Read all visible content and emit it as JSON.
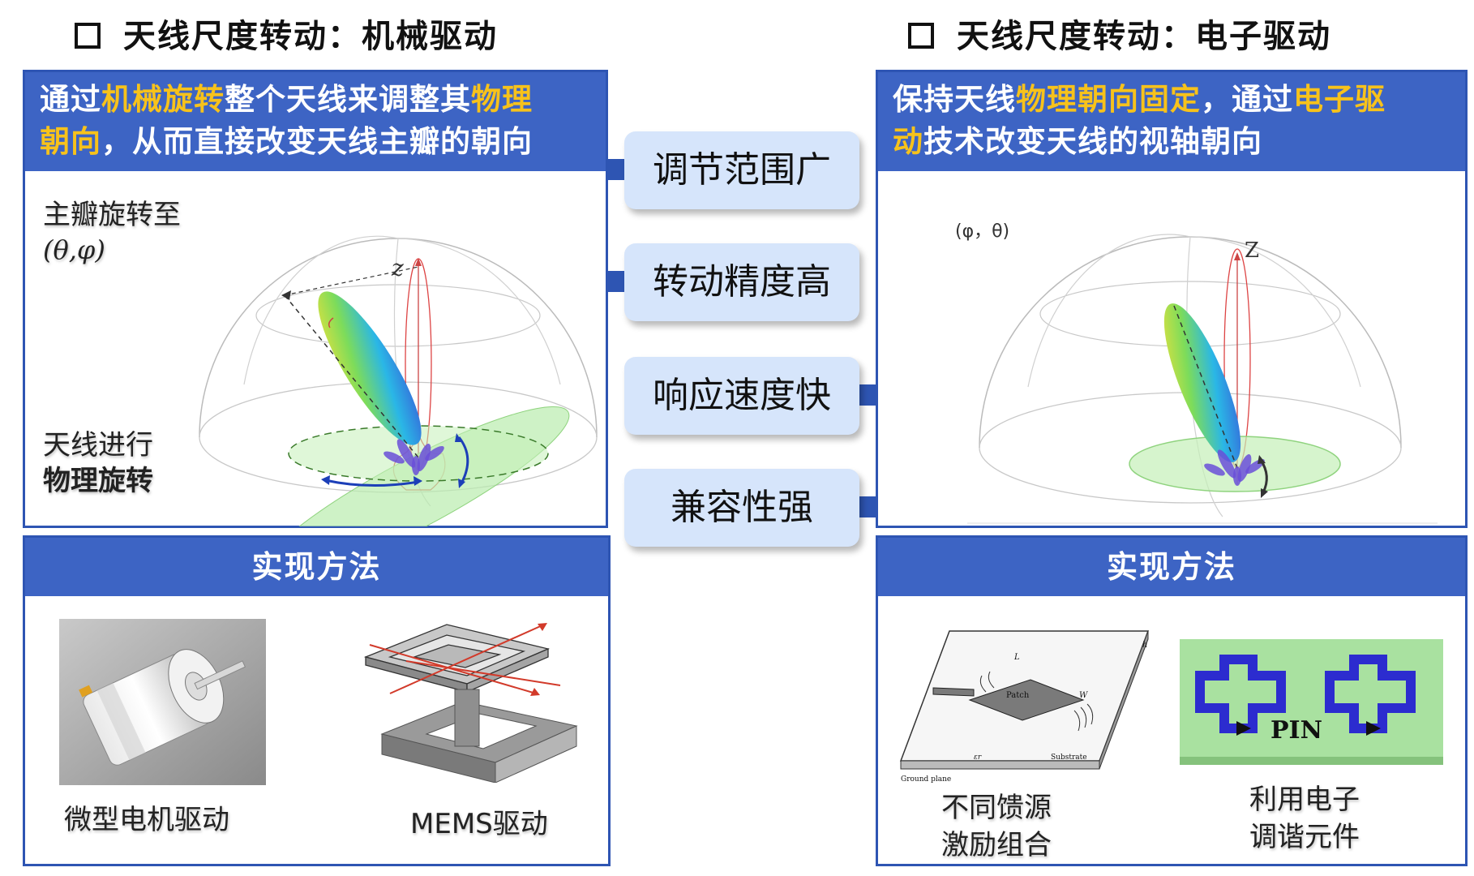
{
  "left": {
    "heading": "天线尺度转动：机械驱动",
    "desc_line1": [
      "通过",
      "机械旋转",
      "整个天线来调整其",
      "物理"
    ],
    "desc_line2": [
      "朝向",
      "，从而直接改变天线主瓣的朝向"
    ],
    "label_lobe_line1": "主瓣旋转至",
    "label_lobe_line2": "(θ,φ)",
    "label_antenna_line1": "天线进行",
    "label_antenna_line2": "物理旋转",
    "axis_z": "z",
    "method_title": "实现方法",
    "method1": "微型电机驱动",
    "method2": "MEMS驱动"
  },
  "right": {
    "heading": "天线尺度转动：电子驱动",
    "desc_line1": [
      "保持天线",
      "物理朝向固定",
      "，通过",
      "电子驱"
    ],
    "desc_line2": [
      "动",
      "技术改变天线的视轴朝向"
    ],
    "angle_label": "(φ，θ)",
    "axis_z": "Z",
    "method_title": "实现方法",
    "method1_line1": "不同馈源",
    "method1_line2": "激励组合",
    "method2_line1": "利用电子",
    "method2_line2": "调谐元件",
    "patch_labels": {
      "patch": "Patch",
      "substrate": "Substrate",
      "ground": "Ground plane",
      "L": "L",
      "W": "W",
      "h": "h",
      "er": "εr"
    },
    "pin_label": "PIN"
  },
  "features": [
    "调节范围广",
    "转动精度高",
    "响应速度快",
    "兼容性强"
  ],
  "colors": {
    "panel_blue": "#3d64c4",
    "border_blue": "#2e55b3",
    "highlight": "#f7c21b",
    "feature_bg": "#d6e5fb"
  }
}
